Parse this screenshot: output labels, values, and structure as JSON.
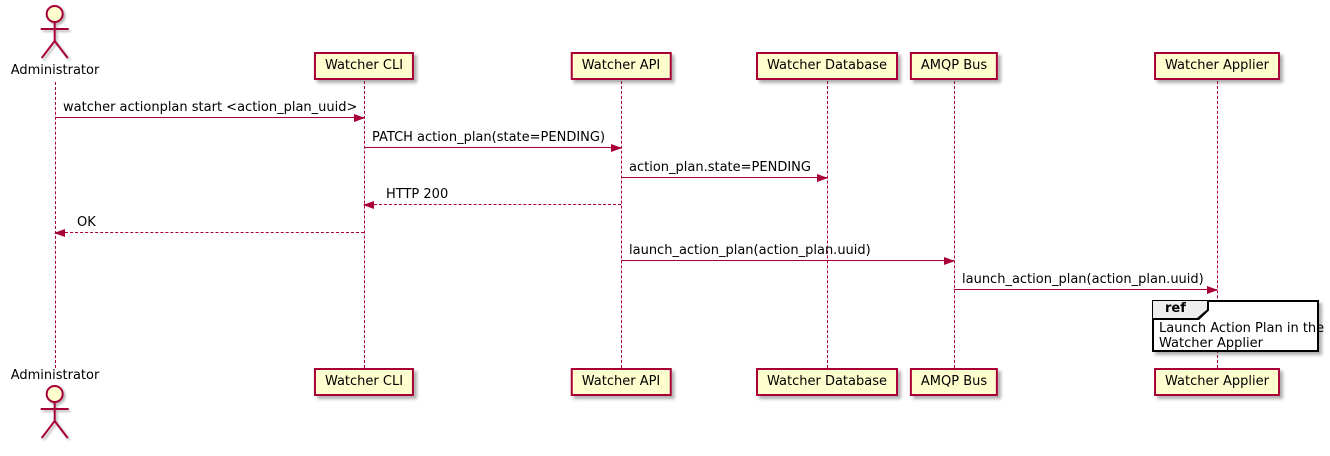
{
  "colors": {
    "accent": "#A80036",
    "participant_fill": "#FEFECE",
    "text": "#000000",
    "ref_border": "#000000",
    "ref_header_fill": "#EEEEEE",
    "background": "#FFFFFF"
  },
  "actor": {
    "name": "Administrator"
  },
  "participants": [
    {
      "label": "Watcher CLI"
    },
    {
      "label": "Watcher API"
    },
    {
      "label": "Watcher Database"
    },
    {
      "label": "AMQP Bus"
    },
    {
      "label": "Watcher Applier"
    }
  ],
  "messages": [
    {
      "from": "Administrator",
      "to": "Watcher CLI",
      "style": "solid",
      "label": "watcher actionplan start <action_plan_uuid>"
    },
    {
      "from": "Watcher CLI",
      "to": "Watcher API",
      "style": "solid",
      "label": "PATCH action_plan(state=PENDING)"
    },
    {
      "from": "Watcher API",
      "to": "Watcher Database",
      "style": "solid",
      "label": "action_plan.state=PENDING"
    },
    {
      "from": "Watcher API",
      "to": "Watcher CLI",
      "style": "dashed",
      "label": "HTTP 200"
    },
    {
      "from": "Watcher CLI",
      "to": "Administrator",
      "style": "dashed",
      "label": "OK"
    },
    {
      "from": "Watcher API",
      "to": "AMQP Bus",
      "style": "solid",
      "label": "launch_action_plan(action_plan.uuid)"
    },
    {
      "from": "AMQP Bus",
      "to": "Watcher Applier",
      "style": "solid",
      "label": "launch_action_plan(action_plan.uuid)"
    }
  ],
  "ref_fragment": {
    "keyword": "ref",
    "lines": [
      "Launch Action Plan in the",
      "Watcher Applier"
    ]
  }
}
